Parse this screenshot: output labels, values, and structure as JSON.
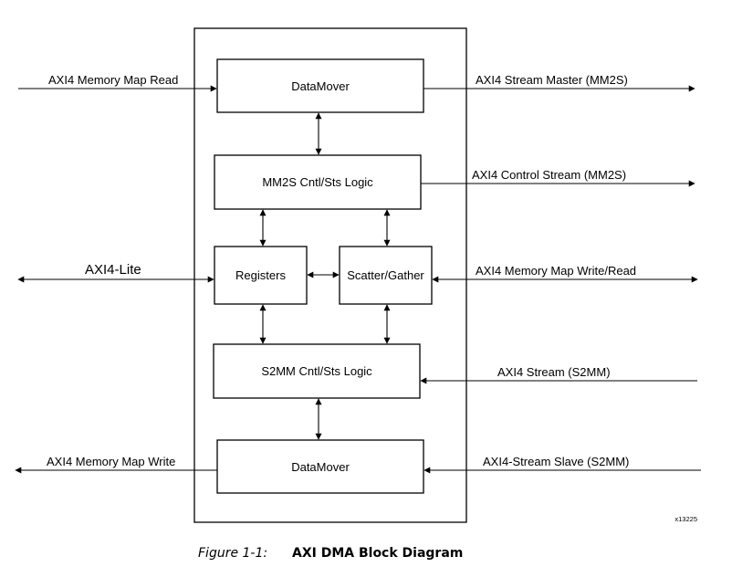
{
  "blocks": {
    "datamover_top": "DataMover",
    "mm2s_logic": "MM2S Cntl/Sts Logic",
    "registers": "Registers",
    "scatter_gather": "Scatter/Gather",
    "s2mm_logic": "S2MM Cntl/Sts Logic",
    "datamover_bottom": "DataMover"
  },
  "signals": {
    "axi4_mm_read": "AXI4 Memory Map Read",
    "axi4_stream_master": "AXI4 Stream Master (MM2S)",
    "axi4_control_stream": "AXI4 Control Stream (MM2S)",
    "axi4_lite": "AXI4-Lite",
    "axi4_mm_write_read": "AXI4 Memory Map Write/Read",
    "axi4_stream_s2mm": "AXI4 Stream (S2MM)",
    "axi4_mm_write": "AXI4 Memory Map Write",
    "axi4_stream_slave": "AXI4-Stream Slave (S2MM)"
  },
  "figure_id": "x13225",
  "caption": {
    "number": "Figure 1-1:",
    "title": "AXI DMA Block Diagram"
  }
}
